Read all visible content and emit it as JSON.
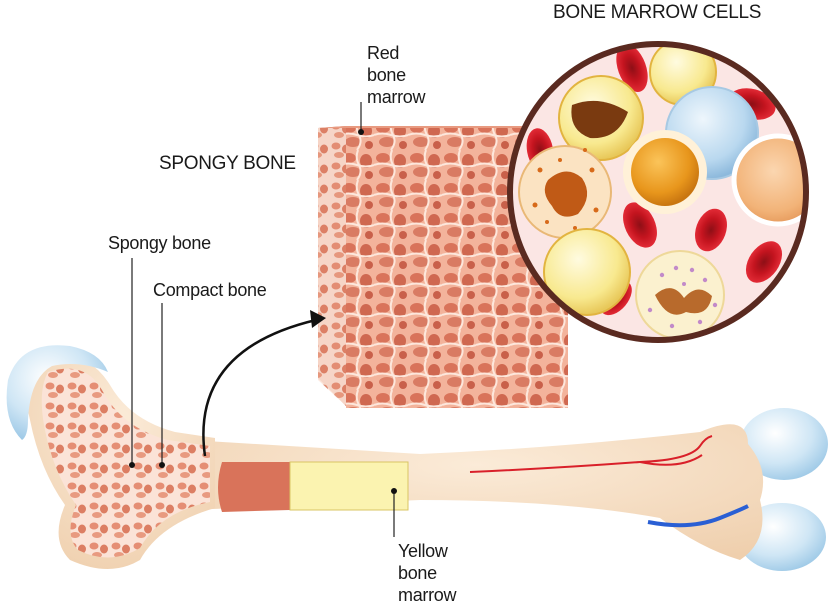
{
  "labels": {
    "bone_marrow_cells": "BONE MARROW CELLS",
    "spongy_bone_title": "SPONGY BONE",
    "red_bone_marrow": [
      "Red",
      "bone",
      "marrow"
    ],
    "spongy_bone": "Spongy bone",
    "compact_bone": "Compact bone",
    "yellow_bone_marrow": [
      "Yellow",
      "bone",
      "marrow"
    ]
  },
  "colors": {
    "bone": "#f5dcc0",
    "cartilage": "#cfe6f5",
    "spongy_tissue": "#e8907a",
    "red_marrow": "#d9735a",
    "yellow_marrow": "#fbf3b0",
    "red_blood_cell": "#d61f2c",
    "artery": "#d9202a",
    "vein": "#2a5fd4",
    "circle_border": "#5a2a20"
  }
}
